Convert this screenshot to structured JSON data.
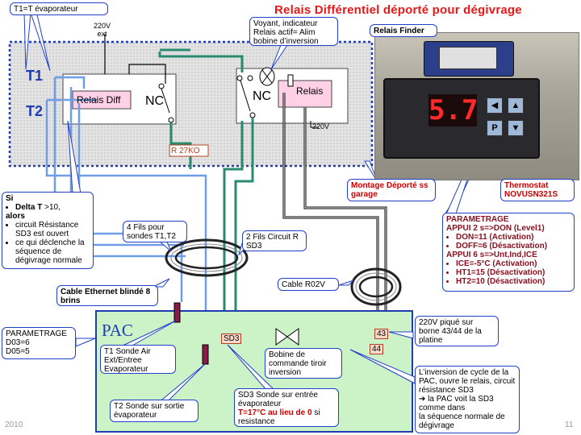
{
  "title": "Relais Différentiel déporté pour dégivrage",
  "page_number": "11",
  "year": "2010",
  "labels": {
    "t1_callout": "T1=T évaporateur",
    "power_220_ext": "220V\next",
    "t1": "T1",
    "t2": "T2",
    "relais_diff": "Relais Diff",
    "nc_left": "NC",
    "nc_right": "NC",
    "relais": "Relais",
    "power_220": "220V",
    "resistor": "R 27KO",
    "voyant": "Voyant, indicateur Relais actif= Alim bobine d’inversion",
    "relais_finder": "Relais Finder",
    "montage": "Montage Déporté ss garage",
    "thermostat": "Thermostat NOVUSN321S",
    "display_value": "5.7",
    "fils_4": "4 Fils pour sondes T1,T2",
    "fils_2": "2 Fils Circuit R SD3",
    "cable_ethernet": "Cable Ethernet blindé 8 brins",
    "cable_r02v": "Cable R02V",
    "pac": "PAC",
    "sd3": "SD3",
    "terminal_43": "43",
    "terminal_44": "44",
    "t1_sonde": "T1 Sonde Air Ext/Entree Evaporateur",
    "t2_sonde": "T2 Sonde sur sortie évaporateur",
    "bobine": "Bobine de commande tiroir inversion",
    "power_borne": "220V piqué sur borne 43/44 de la platine",
    "sd3_sonde_l1": "SD3 Sonde sur entrée évaporateur",
    "sd3_sonde_l2": "T=17°C au lieu de 0",
    "sd3_sonde_l3": "si resistance"
  },
  "si_callout": {
    "line1": "Si",
    "bullet1_bold": "Delta T",
    "bullet1_rest": " >10,",
    "alors": "alors",
    "bullet2": "circuit Résistance SD3 est ouvert",
    "bullet3": "ce qui déclenche la séquence de dégivrage normale"
  },
  "param_pac": {
    "header": "PARAMETRAGE",
    "line1": "D03=6",
    "line2": "D05=5"
  },
  "param_thermo": {
    "header": "PARAMETRAGE",
    "appui2": "APPUI 2 s=>DON (Level1)",
    "don": "DON=11 (Activation)",
    "doff": "DOFF=6 (Désactivation)",
    "appui6": "APPUI 6 s=>Unt,Ind,ICE",
    "ice": "ICE=-5°C (Activation)",
    "ht1": "HT1=15 (Désactivation)",
    "ht2": "HT2=10 (Désactivation)"
  },
  "inversion_callout": {
    "line1": "L’inversion de cycle de la PAC, ouvre le relais, circuit résistance SD3",
    "line2": "➔ la PAC voit la SD3 comme dans",
    "line3": "la séquence normale de dégivrage"
  },
  "colors": {
    "title_red": "#e81818",
    "callout_border": "#2040c8",
    "pac_fill": "#ccf2c8",
    "pac_border": "#1f3db0",
    "wire_blue": "#6f9ee8",
    "wire_green": "#2a8a70",
    "wire_black": "#000000"
  }
}
